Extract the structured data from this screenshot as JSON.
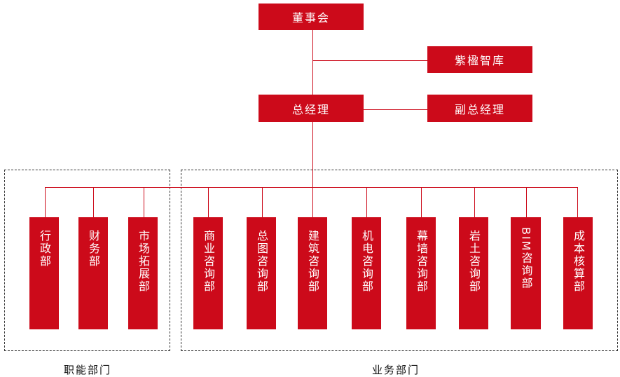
{
  "board": "董事会",
  "think_tank": "紫楹智库",
  "gm": "总经理",
  "deputy_gm": "副总经理",
  "groups": {
    "functional": "职能部门",
    "business": "业务部门"
  },
  "functional_depts": [
    "行政部",
    "财务部",
    "市场拓展部"
  ],
  "business_depts": [
    "商业咨询部",
    "总图咨询部",
    "建筑咨询部",
    "机电咨询部",
    "幕墙咨询部",
    "岩土咨询部",
    "BIM咨询部",
    "成本核算部"
  ],
  "colors": {
    "box": "#cc0a1a",
    "line": "#cc0a1a",
    "dashed_border": "#333333"
  }
}
